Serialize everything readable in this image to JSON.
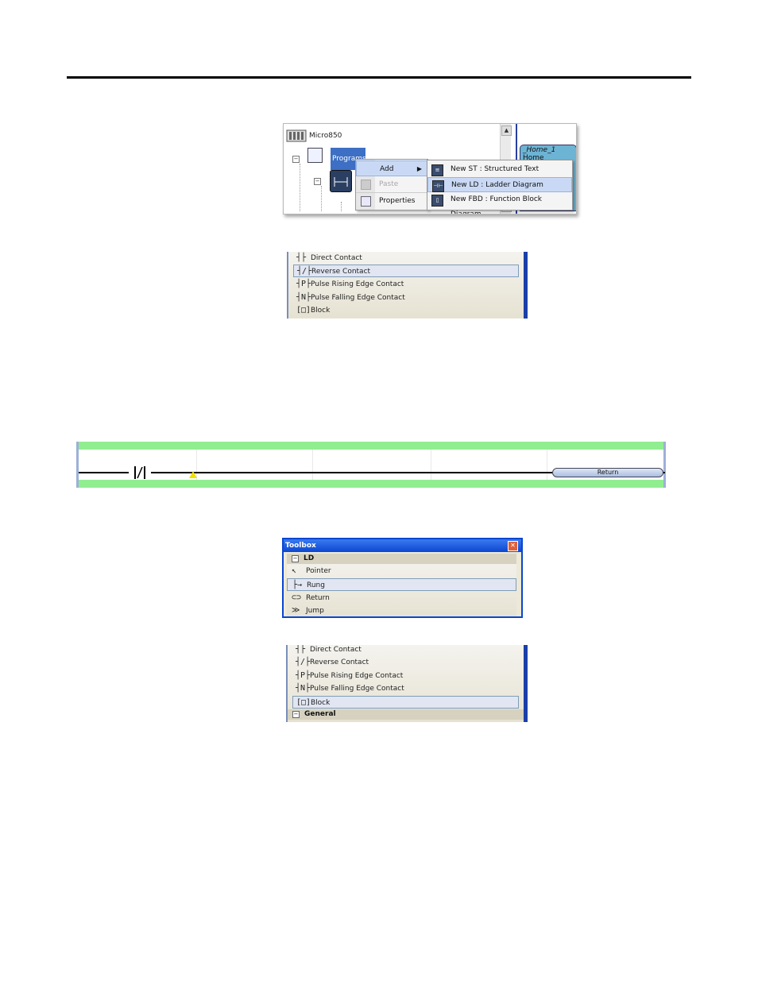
{
  "project_tree": {
    "root_label": "Micro850",
    "programs_label": "Programs",
    "context_menu": {
      "items": [
        {
          "label": "Add",
          "state": "highlighted",
          "has_submenu": true
        },
        {
          "label": "Paste",
          "state": "disabled"
        },
        {
          "label": "Properties",
          "state": "normal"
        }
      ],
      "submenu": [
        {
          "label": "New ST : Structured Text",
          "icon": "st-icon",
          "selected": false
        },
        {
          "label": "New LD : Ladder Diagram",
          "icon": "ld-icon",
          "selected": true
        },
        {
          "label": "New FBD : Function Block Diagram",
          "icon": "fbd-icon",
          "selected": false
        }
      ]
    },
    "right_tab": {
      "title": "_Home_1",
      "subtitle": "Home"
    }
  },
  "contacts_panel_1": {
    "items": [
      {
        "icon_text": "┤├",
        "label": "Direct Contact",
        "selected": false
      },
      {
        "icon_text": "┤/├",
        "label": "Reverse Contact",
        "selected": true
      },
      {
        "icon_text": "┤P├",
        "label": "Pulse Rising Edge Contact",
        "selected": false
      },
      {
        "icon_text": "┤N├",
        "label": "Pulse Falling Edge Contact",
        "selected": false
      },
      {
        "icon_text": "[□]",
        "label": "Block",
        "selected": false
      }
    ]
  },
  "ladder_rung": {
    "return_label": "Return",
    "rail_color": "#90ee90"
  },
  "toolbox": {
    "title": "Toolbox",
    "category": "LD",
    "items": [
      {
        "icon_text": "↖",
        "label": "Pointer",
        "selected": false
      },
      {
        "icon_text": "├→",
        "label": "Rung",
        "selected": true
      },
      {
        "icon_text": "⊂⊃",
        "label": "Return",
        "selected": false
      },
      {
        "icon_text": "≫",
        "label": "Jump",
        "selected": false
      }
    ]
  },
  "contacts_panel_2": {
    "items": [
      {
        "icon_text": "┤├",
        "label": "Direct Contact",
        "selected": false
      },
      {
        "icon_text": "┤/├",
        "label": "Reverse Contact",
        "selected": false
      },
      {
        "icon_text": "┤P├",
        "label": "Pulse Rising Edge Contact",
        "selected": false
      },
      {
        "icon_text": "┤N├",
        "label": "Pulse Falling Edge Contact",
        "selected": false
      },
      {
        "icon_text": "[□]",
        "label": "Block",
        "selected": true
      }
    ],
    "next_category": "General"
  }
}
